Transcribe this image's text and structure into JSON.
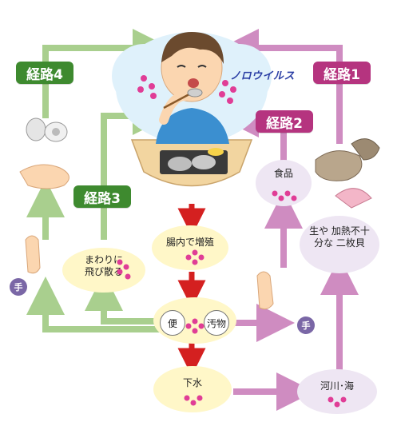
{
  "routes": {
    "r1": "経路1",
    "r2": "経路2",
    "r3": "経路3",
    "r4": "経路4"
  },
  "virus_label": "ノロウイルス",
  "nodes": {
    "food": "食品",
    "raw": "生や 加熱不十分な 二枚貝",
    "intestine": "腸内で増殖",
    "scatter": "まわりに 飛び散る",
    "stool": "便",
    "filth": "汚物",
    "sewage": "下水",
    "river": "河川･海",
    "hand_left": "手",
    "hand_right": "手"
  },
  "colors": {
    "route1": "#b5347f",
    "route2": "#b5347f",
    "route3": "#3e8a2f",
    "route4": "#3e8a2f",
    "green_arrow": "#a9cf8e",
    "purple_arrow": "#cf8cc1",
    "red_arrow": "#d42020",
    "virus_dot": "#e03d96"
  }
}
